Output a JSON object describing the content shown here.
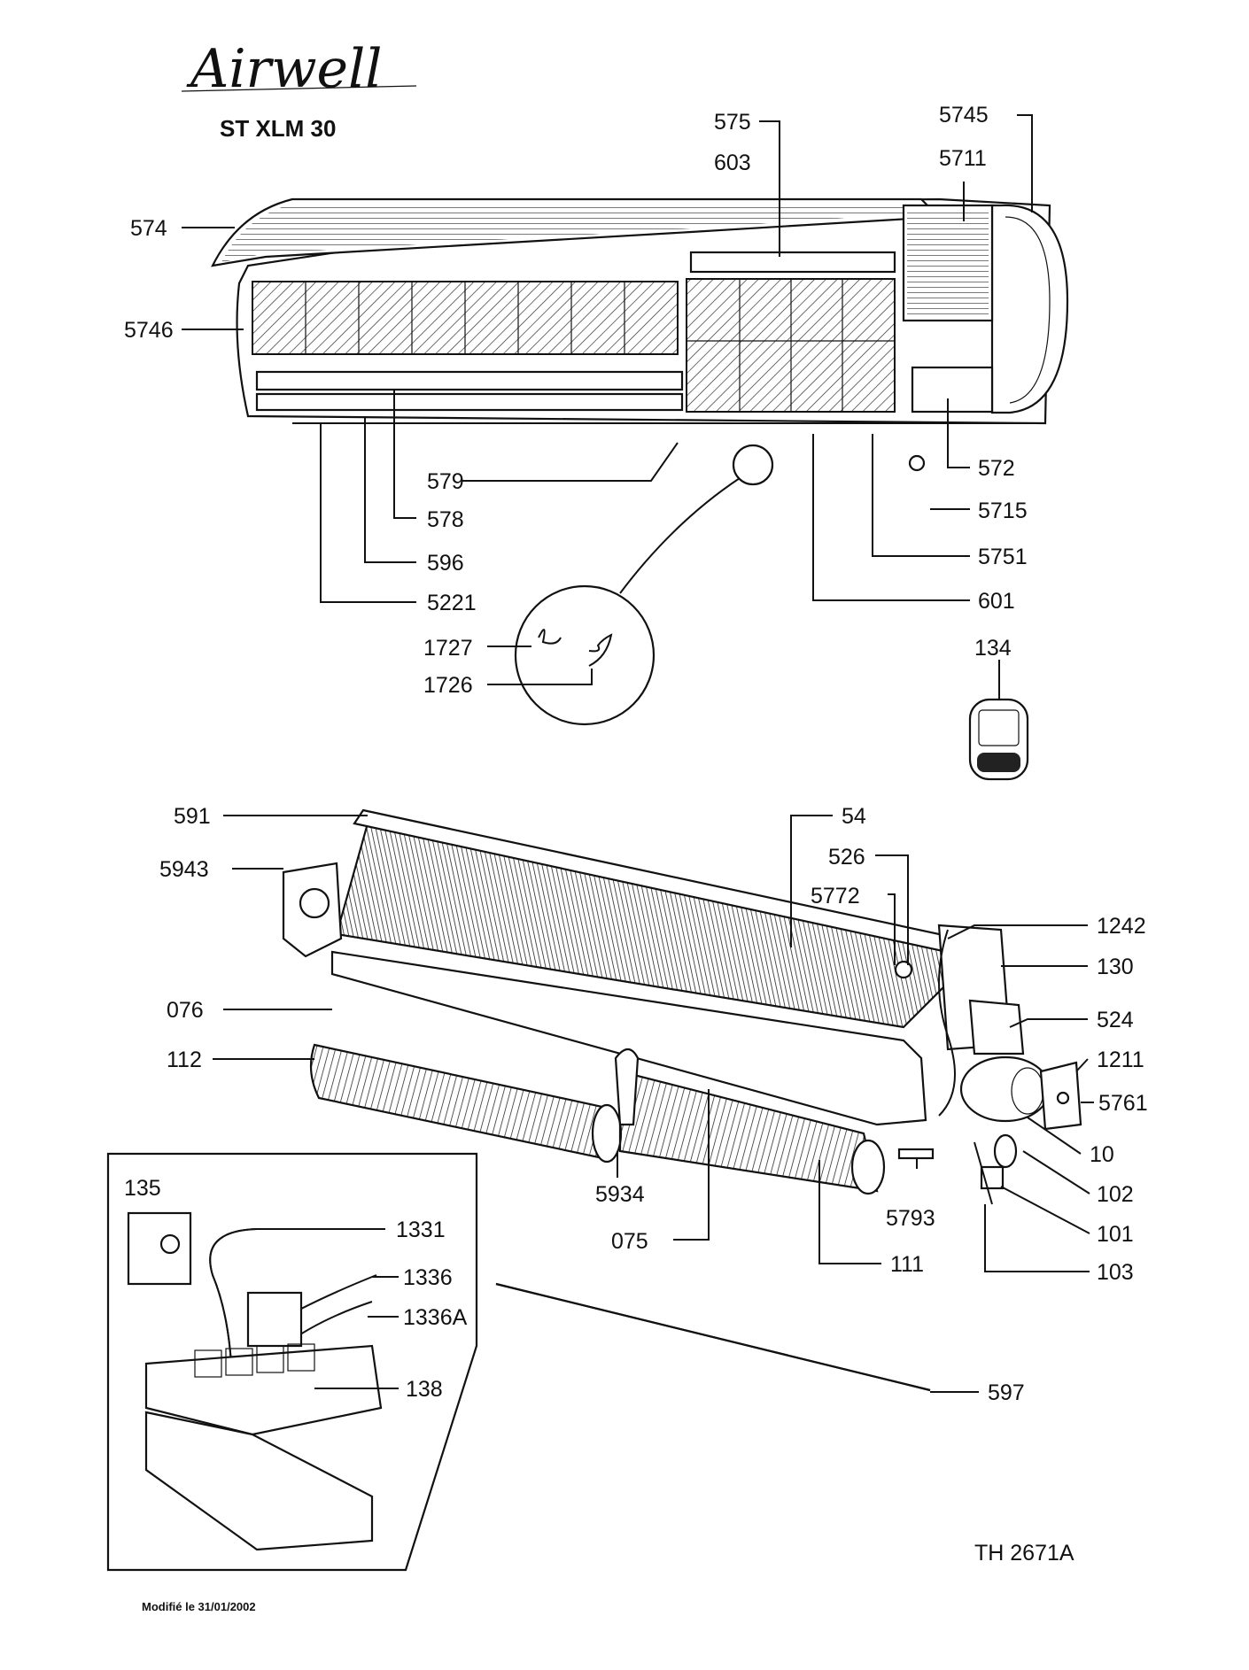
{
  "brand": "Airwell",
  "model": "ST  XLM 30",
  "drawing_ref": "TH 2671A",
  "modified_note": "Modifié le 31/01/2002",
  "labels": {
    "p575": "575",
    "p603": "603",
    "p5745": "5745",
    "p5711": "5711",
    "p574": "574",
    "p5746": "5746",
    "p579": "579",
    "p578": "578",
    "p596": "596",
    "p5221": "5221",
    "p572": "572",
    "p5715": "5715",
    "p5751": "5751",
    "p601": "601",
    "p1727": "1727",
    "p1726": "1726",
    "p134": "134",
    "p591": "591",
    "p54": "54",
    "p526": "526",
    "p5943": "5943",
    "p5772": "5772",
    "p1242": "1242",
    "p130": "130",
    "p076": "076",
    "p524": "524",
    "p112": "112",
    "p1211": "1211",
    "p5761": "5761",
    "p10": "10",
    "p102": "102",
    "p101": "101",
    "p103": "103",
    "p5934": "5934",
    "p5793": "5793",
    "p075": "075",
    "p111": "111",
    "p135": "135",
    "p1331": "1331",
    "p1336": "1336",
    "p1336A": "1336A",
    "p138": "138",
    "p597": "597"
  }
}
